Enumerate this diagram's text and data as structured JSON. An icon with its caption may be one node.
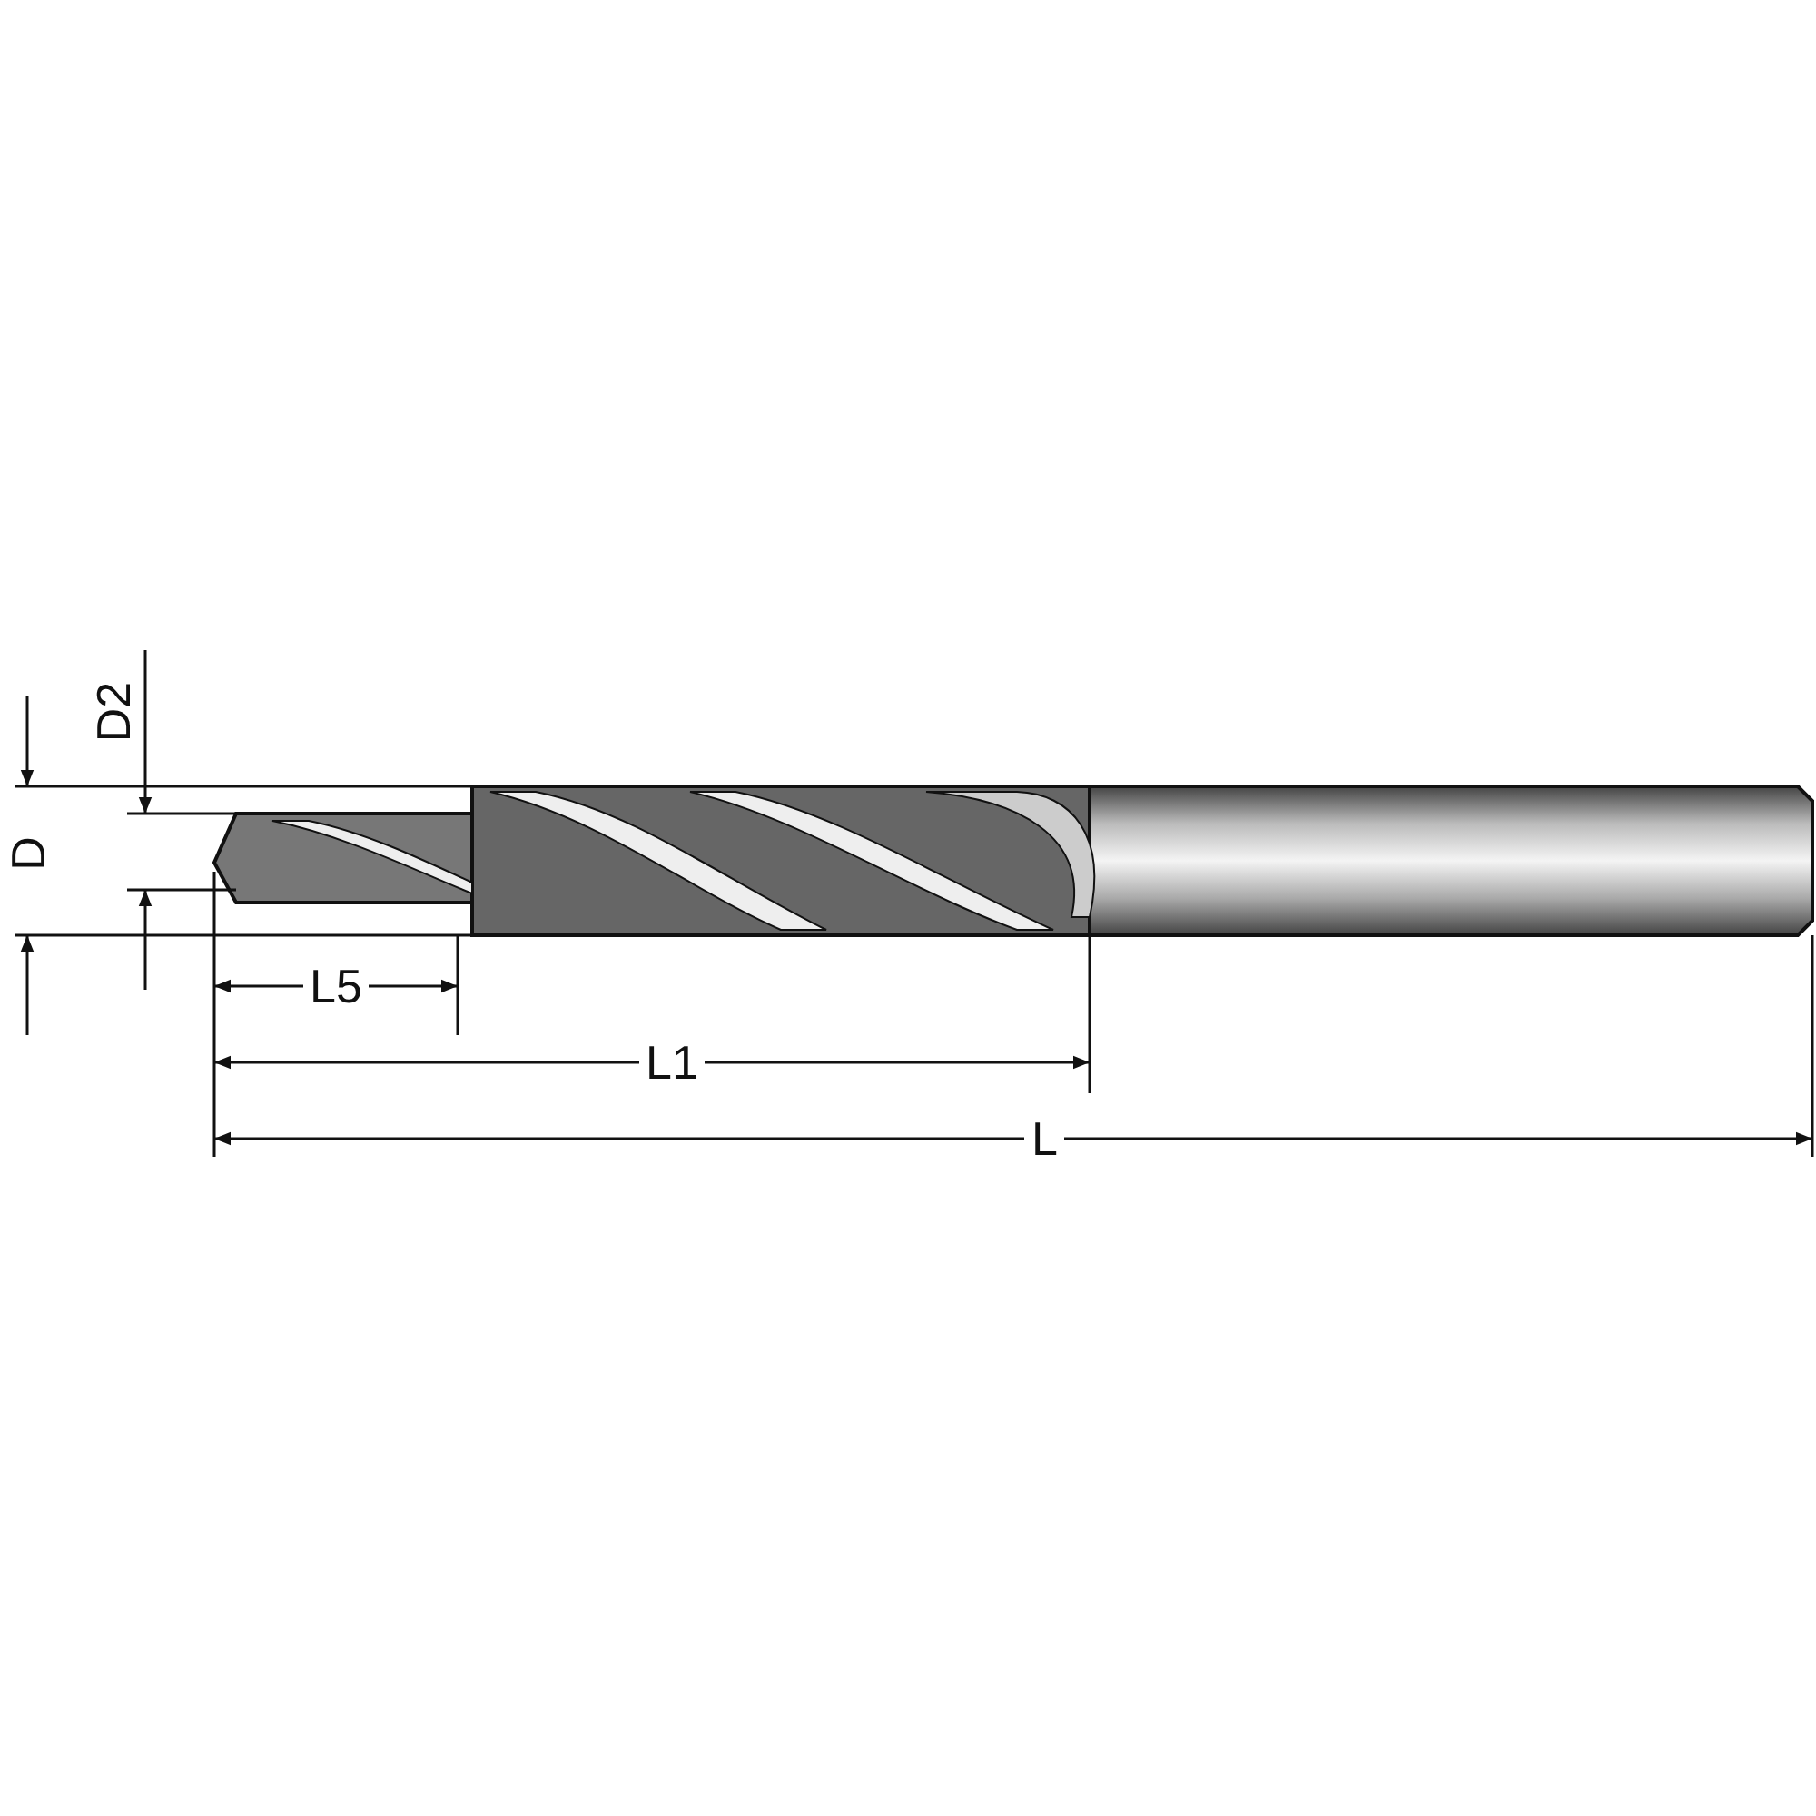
{
  "diagram": {
    "labels": [
      "D2",
      "D",
      "L5",
      "L1",
      "L"
    ]
  }
}
